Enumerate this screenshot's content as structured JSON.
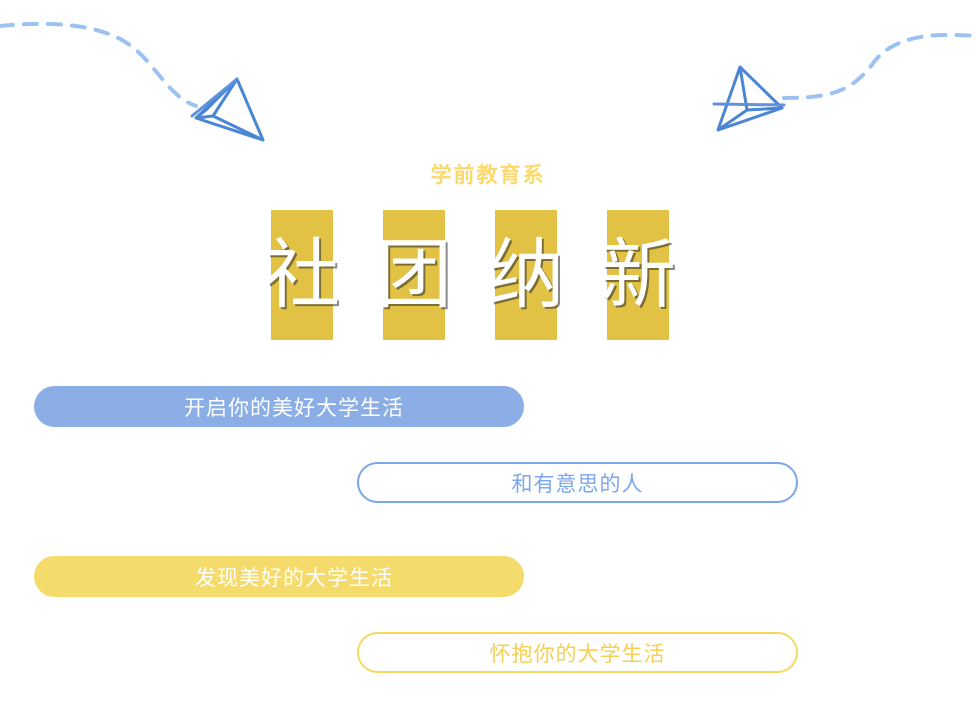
{
  "poster": {
    "background_color": "#ffffff",
    "department_label": "学前教育系",
    "department_label_color": "#FCD96B",
    "title_characters": [
      {
        "char": "社",
        "block_color": "#E2C245",
        "text_color": "#ffffff"
      },
      {
        "char": "团",
        "block_color": "#E2C245",
        "text_color": "#ffffff"
      },
      {
        "char": "纳",
        "block_color": "#E2C245",
        "text_color": "#ffffff"
      },
      {
        "char": "新",
        "block_color": "#E2C245",
        "text_color": "#ffffff"
      }
    ],
    "title_full_text": "社团纳新"
  },
  "slogans": [
    {
      "text": "开启你的美好大学生活",
      "style": "filled",
      "fill_color": "#8CAEE6",
      "text_color": "#ffffff",
      "align": "left"
    },
    {
      "text": "和有意思的人",
      "style": "outline",
      "border_color": "#7BA7EE",
      "text_color": "#7BA7EE",
      "align": "right"
    },
    {
      "text": "发现美好的大学生活",
      "style": "filled",
      "fill_color": "#F5DA6C",
      "text_color": "#ffffff",
      "align": "left"
    },
    {
      "text": "怀抱你的大学生活",
      "style": "outline",
      "border_color": "#F7D85F",
      "text_color": "#F7CF52",
      "align": "right"
    }
  ],
  "decorations": {
    "paper_planes": [
      {
        "name": "paper-plane-left",
        "direction": "right",
        "color": "#4A86D4"
      },
      {
        "name": "paper-plane-right",
        "direction": "left",
        "color": "#4A86D4"
      }
    ],
    "dashed_trails": [
      {
        "name": "dashed-trail-left",
        "color": "#9CC2F0"
      },
      {
        "name": "dashed-trail-right",
        "color": "#9CC2F0"
      }
    ]
  }
}
